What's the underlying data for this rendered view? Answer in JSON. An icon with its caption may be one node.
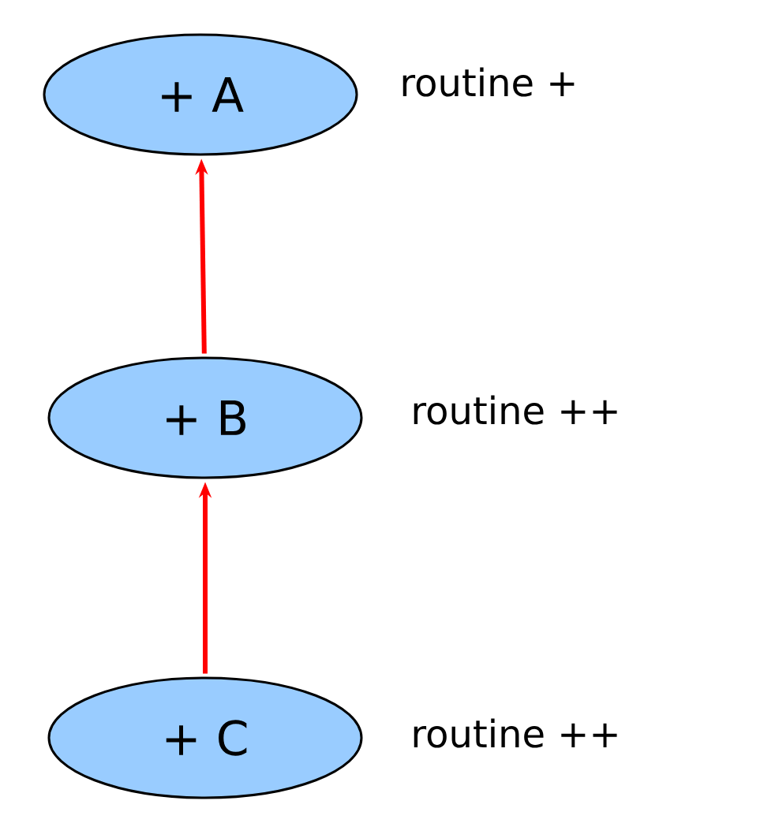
{
  "diagram": {
    "nodes": [
      {
        "text": [
          "+ A"
        ],
        "beside": [
          "routine +"
        ]
      },
      {
        "text": [
          "+ B"
        ],
        "beside": [
          "routine ++"
        ]
      },
      {
        "text": [
          "+ C"
        ],
        "beside": [
          "routine ++"
        ]
      }
    ],
    "edges": [
      {
        "from": 1,
        "to": 0,
        "arrow": "to"
      },
      {
        "from": 2,
        "to": 1,
        "arrow": "to"
      }
    ]
  }
}
